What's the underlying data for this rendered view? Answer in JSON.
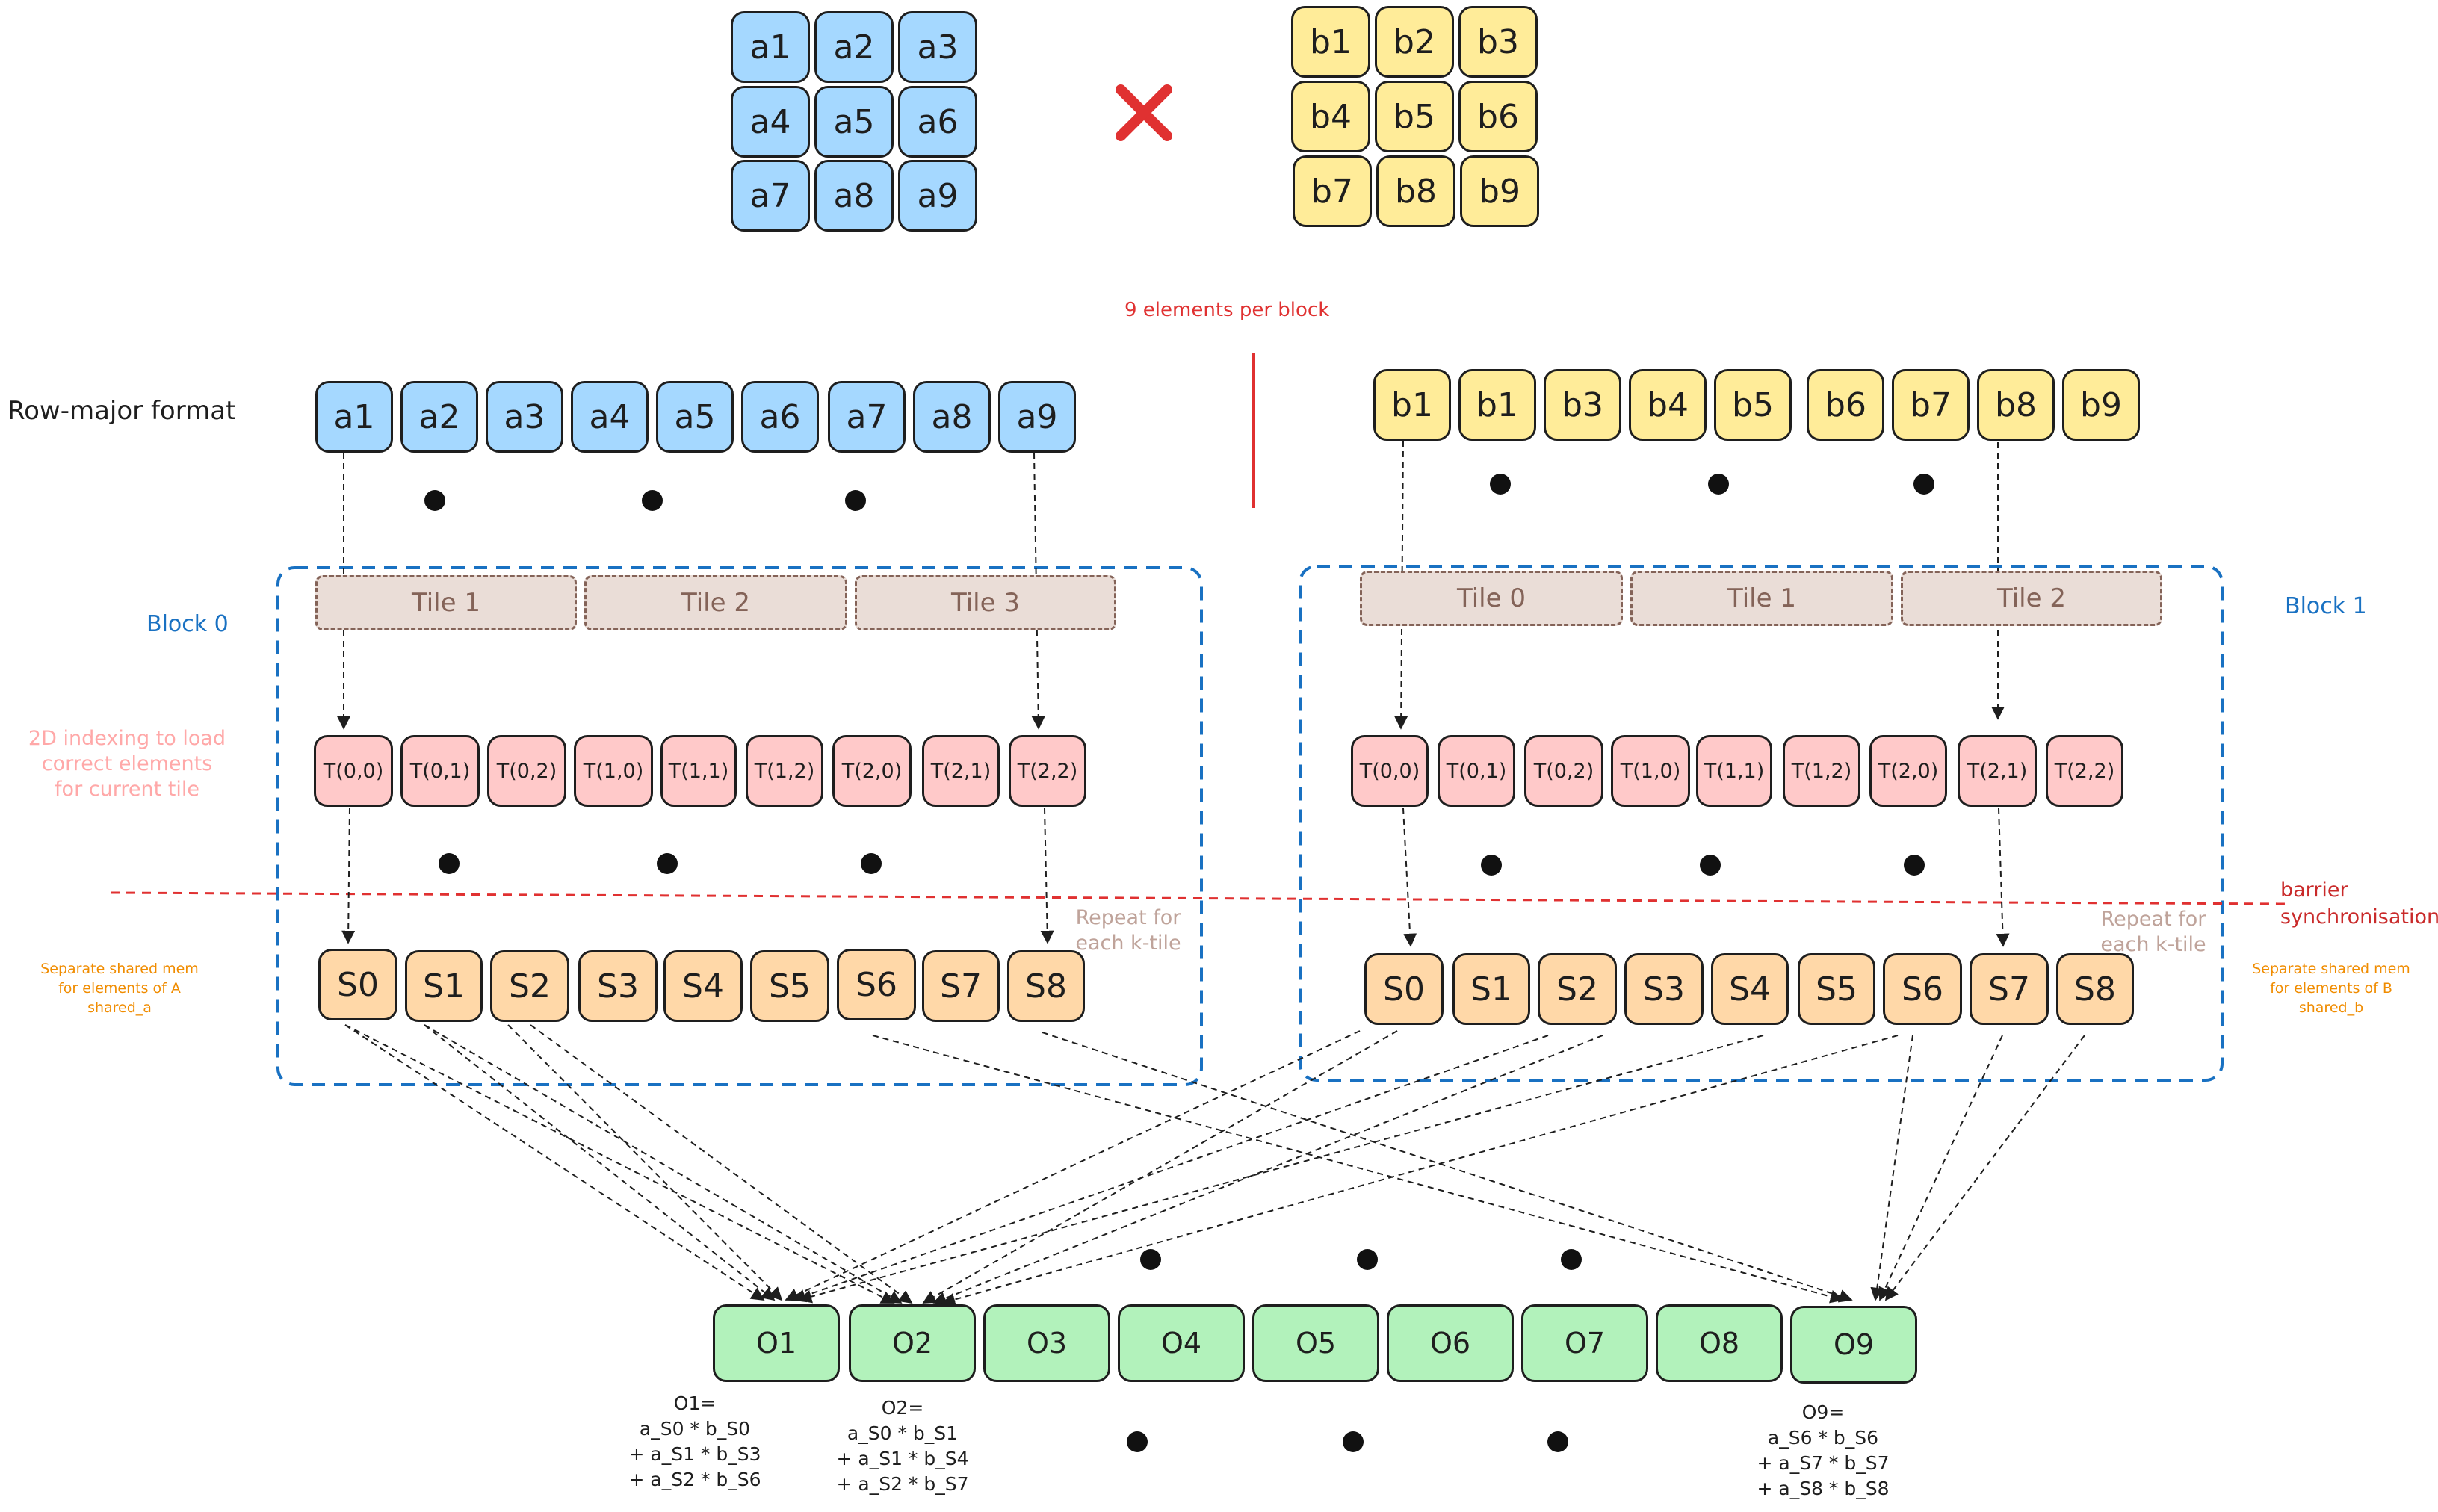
{
  "matrix_a": [
    "a1",
    "a2",
    "a3",
    "a4",
    "a5",
    "a6",
    "a7",
    "a8",
    "a9"
  ],
  "matrix_b": [
    "b1",
    "b2",
    "b3",
    "b4",
    "b5",
    "b6",
    "b7",
    "b8",
    "b9"
  ],
  "multiply_symbol": "✕",
  "elements_per_block": "9 elements per block",
  "row_major_label": "Row-major format",
  "row_a": [
    "a1",
    "a2",
    "a3",
    "a4",
    "a5",
    "a6",
    "a7",
    "a8",
    "a9"
  ],
  "row_b": [
    "b1",
    "b1",
    "b3",
    "b4",
    "b5",
    "b6",
    "b7",
    "b8",
    "b9"
  ],
  "block0": {
    "label": "Block 0",
    "tiles": [
      "Tile 1",
      "Tile 2",
      "Tile 3"
    ],
    "threads": [
      "T(0,0)",
      "T(0,1)",
      "T(0,2)",
      "T(1,0)",
      "T(1,1)",
      "T(1,2)",
      "T(2,0)",
      "T(2,1)",
      "T(2,2)"
    ],
    "shared": [
      "S0",
      "S1",
      "S2",
      "S3",
      "S4",
      "S5",
      "S6",
      "S7",
      "S8"
    ],
    "repeat_note": [
      "Repeat for",
      "each k-tile"
    ]
  },
  "block1": {
    "label": "Block 1",
    "tiles": [
      "Tile 0",
      "Tile 1",
      "Tile 2"
    ],
    "threads": [
      "T(0,0)",
      "T(0,1)",
      "T(0,2)",
      "T(1,0)",
      "T(1,1)",
      "T(1,2)",
      "T(2,0)",
      "T(2,1)",
      "T(2,2)"
    ],
    "shared": [
      "S0",
      "S1",
      "S2",
      "S3",
      "S4",
      "S5",
      "S6",
      "S7",
      "S8"
    ],
    "repeat_note": [
      "Repeat for",
      "each k-tile"
    ]
  },
  "indexing_note": [
    "2D indexing to load",
    "correct elements",
    "for current tile"
  ],
  "shared_a_note": [
    "Separate shared mem",
    "for elements of A",
    "shared_a"
  ],
  "shared_b_note": [
    "Separate shared mem",
    "for elements of B",
    "shared_b"
  ],
  "barrier_note": [
    "barrier",
    "synchronisation"
  ],
  "outputs": [
    "O1",
    "O2",
    "O3",
    "O4",
    "O5",
    "O6",
    "O7",
    "O8",
    "O9"
  ],
  "formula_o1": [
    "O1=",
    "a_S0 * b_S0",
    "+ a_S1 * b_S3",
    "+ a_S2 * b_S6"
  ],
  "formula_o2": [
    "O2=",
    "a_S0 * b_S1",
    "+ a_S1 * b_S4",
    "+ a_S2 * b_S7"
  ],
  "formula_o9": [
    "O9=",
    "a_S6 * b_S6",
    "+ a_S7 * b_S7",
    "+ a_S8 * b_S8"
  ],
  "colors": {
    "matrix_a": "#a5d8ff",
    "matrix_b": "#ffec99",
    "thread": "#ffc9c9",
    "shared": "#ffd8a8",
    "output": "#b2f2bb",
    "tile": "#eaddd7",
    "block_border": "#1971c2",
    "barrier": "#e03131",
    "red_note": "#e03131",
    "orange_note": "#f08c00",
    "pink_note": "#ffa8a8",
    "tile_text": "#846358"
  }
}
